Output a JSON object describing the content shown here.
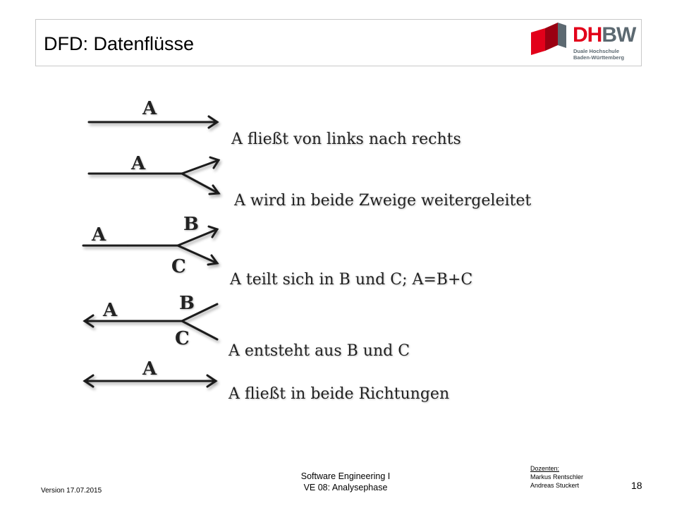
{
  "header": {
    "title": "DFD: Datenflüsse",
    "logo": {
      "word_dh": "DH",
      "word_bw": "BW",
      "line1": "Duale Hochschule",
      "line2": "Baden-Württemberg",
      "colors": {
        "red": "#e2001a",
        "gray": "#5c6971"
      }
    }
  },
  "figure": {
    "rows": [
      {
        "labels": {
          "a": "A"
        },
        "caption": "A fließt von links nach rechts"
      },
      {
        "labels": {
          "a": "A"
        },
        "caption": "A wird in beide Zweige weitergeleitet"
      },
      {
        "labels": {
          "a": "A",
          "b": "B",
          "c": "C"
        },
        "caption": "A teilt sich in B und C; A=B+C"
      },
      {
        "labels": {
          "a": "A",
          "b": "B",
          "c": "C"
        },
        "caption": "A entsteht aus B und C"
      },
      {
        "labels": {
          "a": "A"
        },
        "caption": "A fließt in beide Richtungen"
      }
    ]
  },
  "footer": {
    "version": "Version 17.07.2015",
    "course_line1": "Software Engineering I",
    "course_line2": "VE 08: Analysephase",
    "lecturers_heading": "Dozenten:",
    "lecturer1": "Markus Rentschler",
    "lecturer2": "Andreas Stuckert",
    "page_number": "18"
  }
}
